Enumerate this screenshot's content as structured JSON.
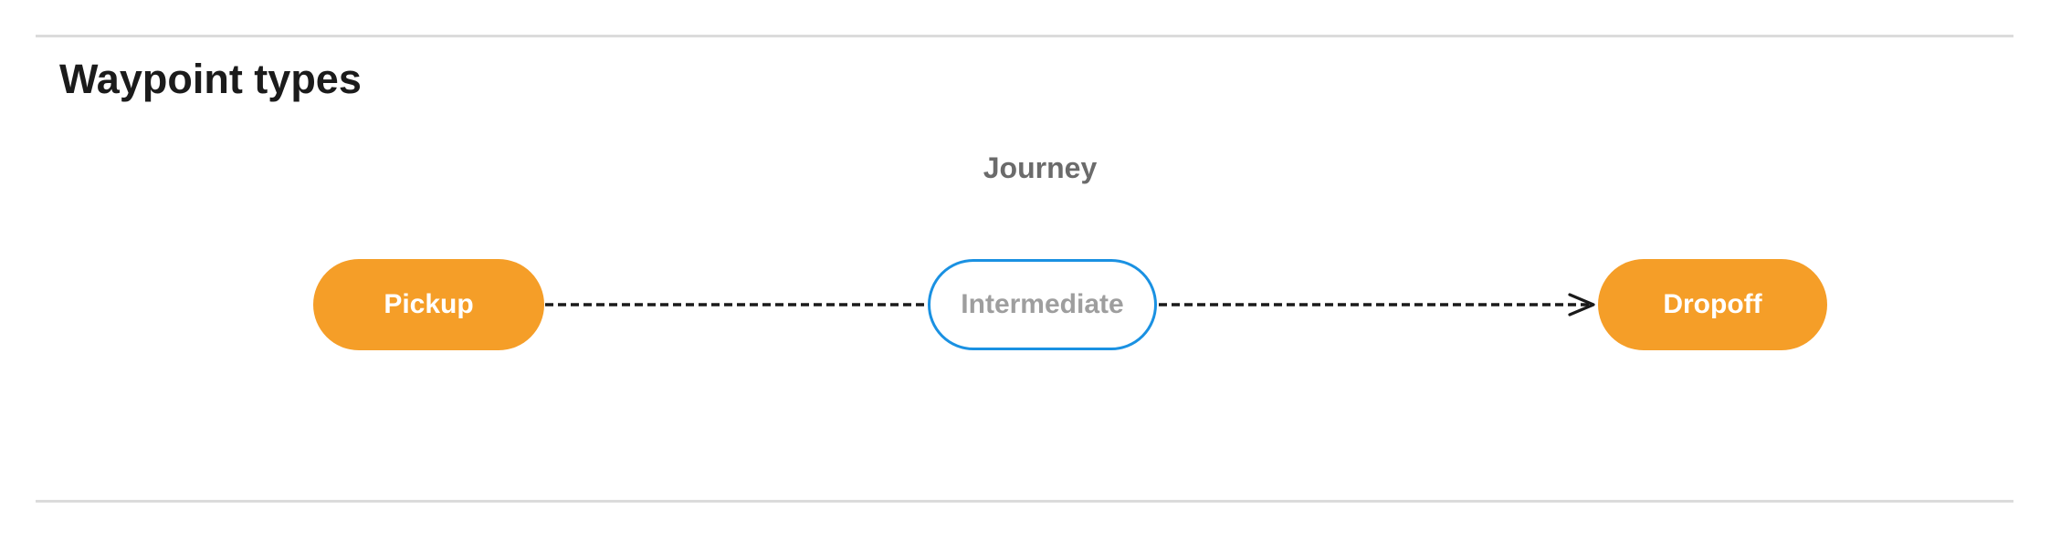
{
  "section": {
    "heading": "Waypoint types"
  },
  "diagram": {
    "group_label": "Journey",
    "nodes": [
      {
        "id": "pickup",
        "label": "Pickup",
        "style": "filled-orange"
      },
      {
        "id": "intermediate",
        "label": "Intermediate",
        "style": "outlined-blue"
      },
      {
        "id": "dropoff",
        "label": "Dropoff",
        "style": "filled-orange"
      }
    ],
    "edges": [
      {
        "from": "pickup",
        "to": "intermediate",
        "line": "dashed",
        "arrowhead": false
      },
      {
        "from": "intermediate",
        "to": "dropoff",
        "line": "dashed",
        "arrowhead": true
      }
    ]
  },
  "colors": {
    "node_fill_orange": "#F59E28",
    "node_text_on_orange": "#FFFFFF",
    "intermediate_border_blue": "#1A91E2",
    "intermediate_text_gray": "#9E9E9E",
    "journey_label_gray": "#6B6B6B",
    "heading_text": "#1B1B1B",
    "edge_black": "#1A1A1A",
    "divider_gray": "#DBDBDB",
    "background": "#FFFFFF"
  }
}
